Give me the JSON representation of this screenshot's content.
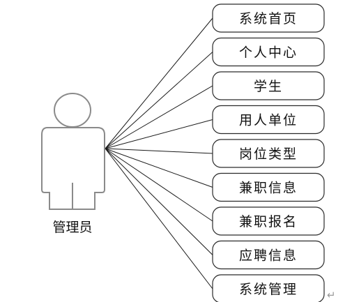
{
  "actor": {
    "label": "管理员",
    "icon": "person-outline-icon"
  },
  "use_cases": [
    {
      "id": "home",
      "label": "系统首页"
    },
    {
      "id": "personal-center",
      "label": "个人中心"
    },
    {
      "id": "student",
      "label": "学生"
    },
    {
      "id": "employer",
      "label": "用人单位"
    },
    {
      "id": "position-type",
      "label": "岗位类型"
    },
    {
      "id": "parttime-info",
      "label": "兼职信息"
    },
    {
      "id": "parttime-signup",
      "label": "兼职报名"
    },
    {
      "id": "recruit-info",
      "label": "应聘信息"
    },
    {
      "id": "system-manage",
      "label": "系统管理"
    }
  ],
  "paragraph_mark": "↵",
  "colors": {
    "actor_stroke": "#8a8a8a",
    "box_stroke": "#2a2a2a",
    "line": "#1a1a1a"
  }
}
